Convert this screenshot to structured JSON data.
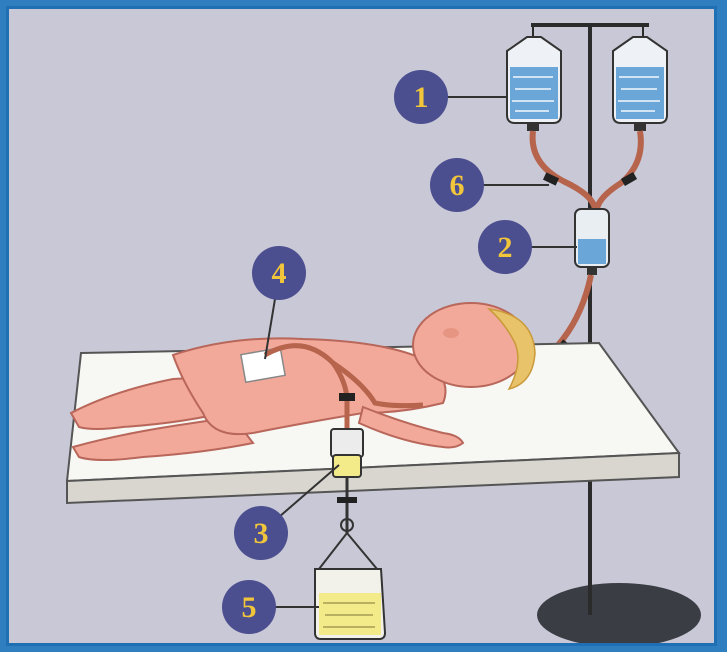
{
  "labels": [
    {
      "id": "1",
      "text": "1"
    },
    {
      "id": "2",
      "text": "2"
    },
    {
      "id": "3",
      "text": "3"
    },
    {
      "id": "4",
      "text": "4"
    },
    {
      "id": "5",
      "text": "5"
    },
    {
      "id": "6",
      "text": "6"
    }
  ],
  "colors": {
    "background": "#c9c8d6",
    "border": "#1f6fb4",
    "badge": "#4b4f8f",
    "badge_text": "#f2c63a",
    "skin": "#f2a99a",
    "hair": "#e9c36a",
    "fluid_blue": "#6aa7d8",
    "fluid_yellow": "#f3ea8a"
  }
}
